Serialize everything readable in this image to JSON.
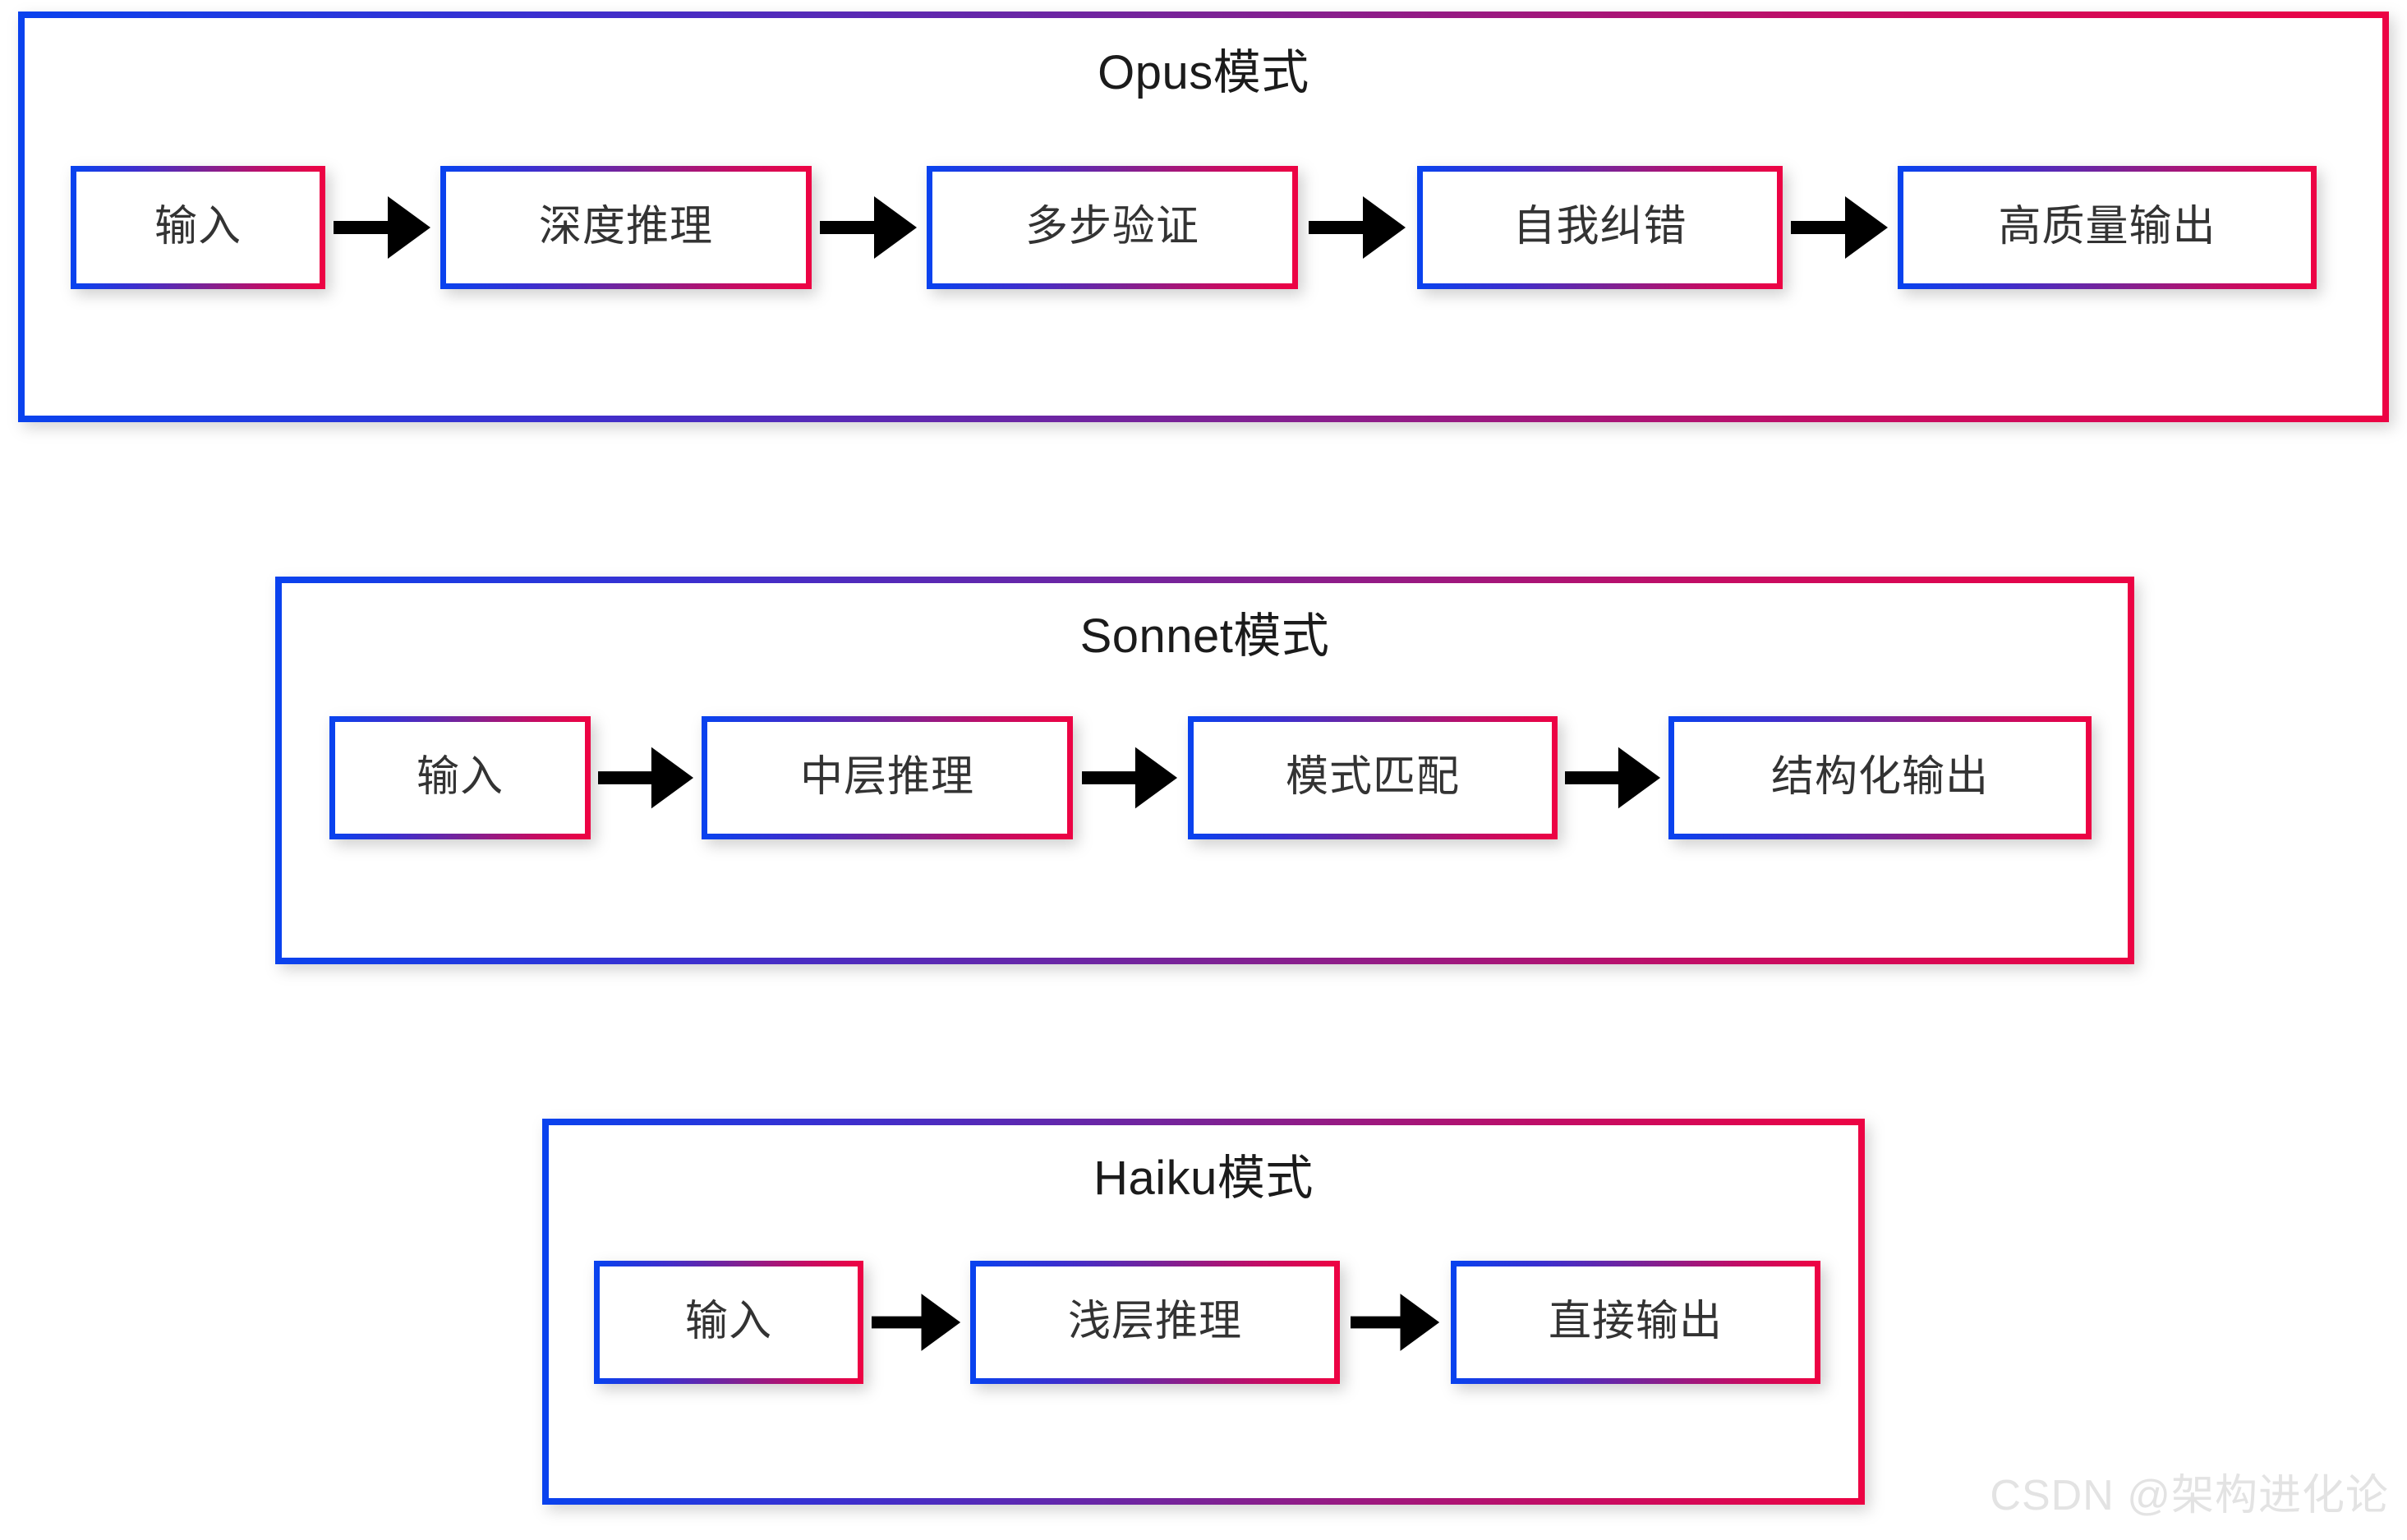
{
  "diagram": {
    "title_hidden": "",
    "groups": [
      {
        "id": "opus",
        "title": "Opus模式",
        "steps": [
          {
            "label": "输入"
          },
          {
            "label": "深度推理"
          },
          {
            "label": "多步验证"
          },
          {
            "label": "自我纠错"
          },
          {
            "label": "高质量输出"
          }
        ],
        "arrows": 4
      },
      {
        "id": "sonnet",
        "title": "Sonnet模式",
        "steps": [
          {
            "label": "输入"
          },
          {
            "label": "中层推理"
          },
          {
            "label": "模式匹配"
          },
          {
            "label": "结构化输出"
          }
        ],
        "arrows": 3
      },
      {
        "id": "haiku",
        "title": "Haiku模式",
        "steps": [
          {
            "label": "输入"
          },
          {
            "label": "浅层推理"
          },
          {
            "label": "直接输出"
          }
        ],
        "arrows": 2
      }
    ]
  },
  "watermark": {
    "text": "CSDN @架构进化论"
  },
  "colors": {
    "gradient_start": "#0a42ee",
    "gradient_mid": "#7b2296",
    "gradient_end": "#ec0344",
    "text": "#333333",
    "title_text": "#1b1b1b",
    "background": "#ffffff",
    "arrow": "#000000",
    "watermark": "#e3e3e3"
  }
}
